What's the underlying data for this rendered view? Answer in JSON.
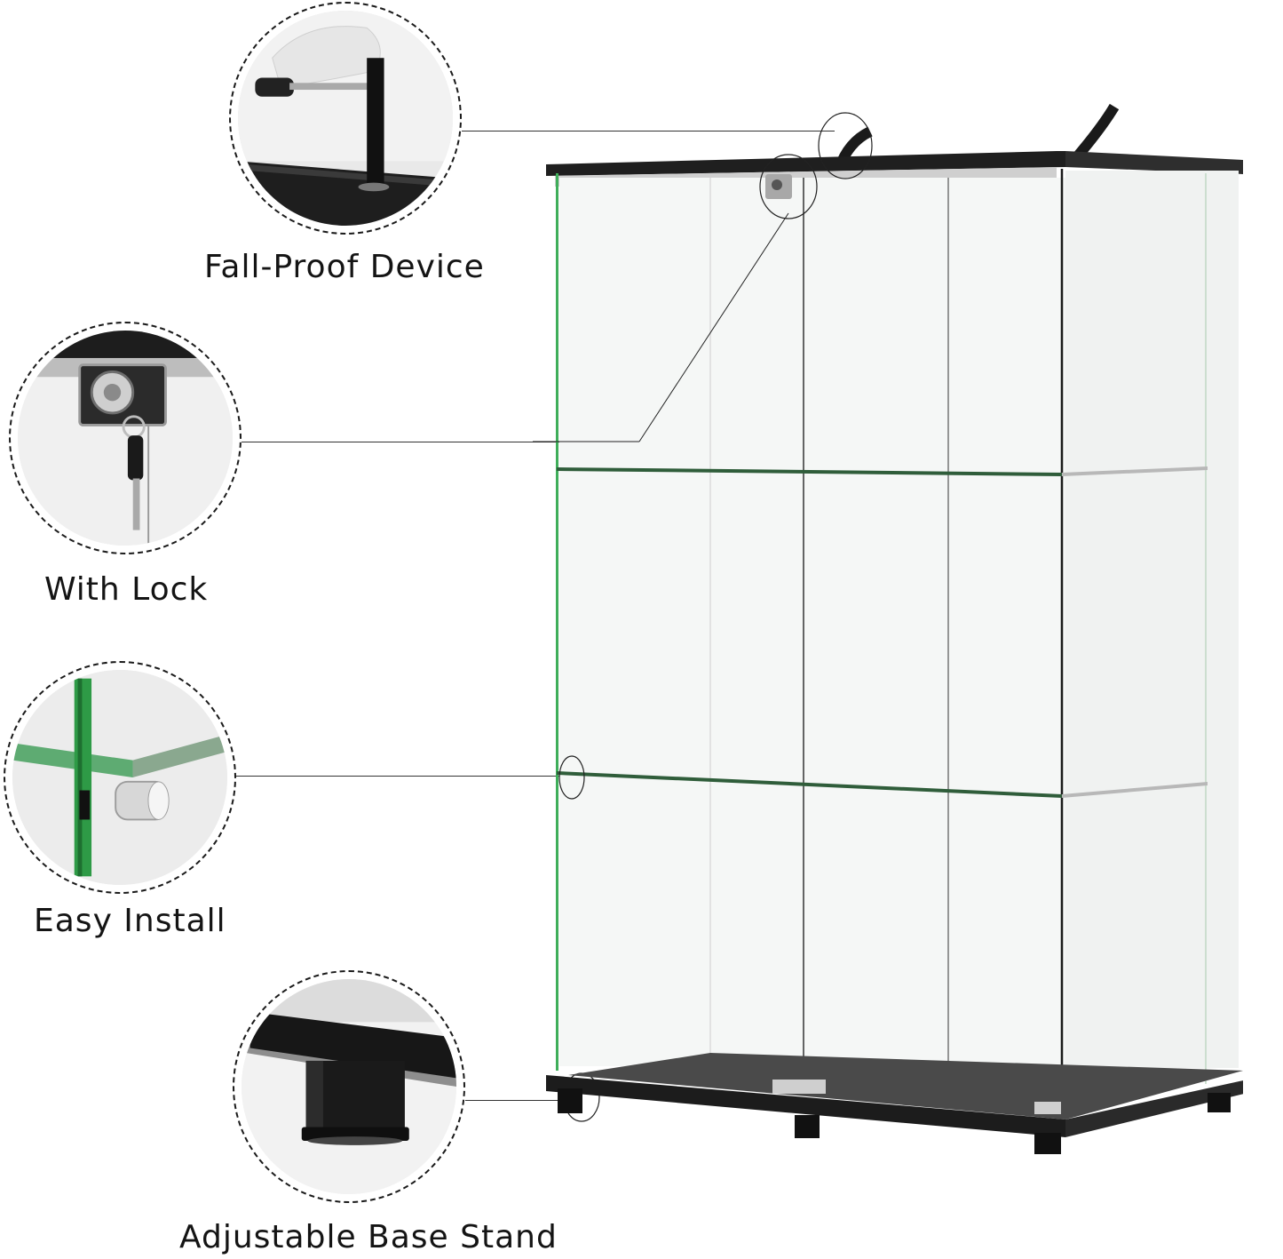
{
  "features": [
    {
      "id": "fall-proof",
      "label": "Fall-Proof Device",
      "icon": "strap-screwdriver-icon"
    },
    {
      "id": "lock",
      "label": "With Lock",
      "icon": "lock-key-icon"
    },
    {
      "id": "install",
      "label": "Easy Install",
      "icon": "shelf-clip-icon"
    },
    {
      "id": "base",
      "label": "Adjustable Base Stand",
      "icon": "adjustable-foot-icon"
    }
  ],
  "product": {
    "name": "glass-display-cabinet",
    "shelves": 3,
    "doors": 2,
    "frame_color": "#1c1c1c",
    "glass_edge_color": "#3fae5a",
    "base_color": "#2a2a2a"
  }
}
